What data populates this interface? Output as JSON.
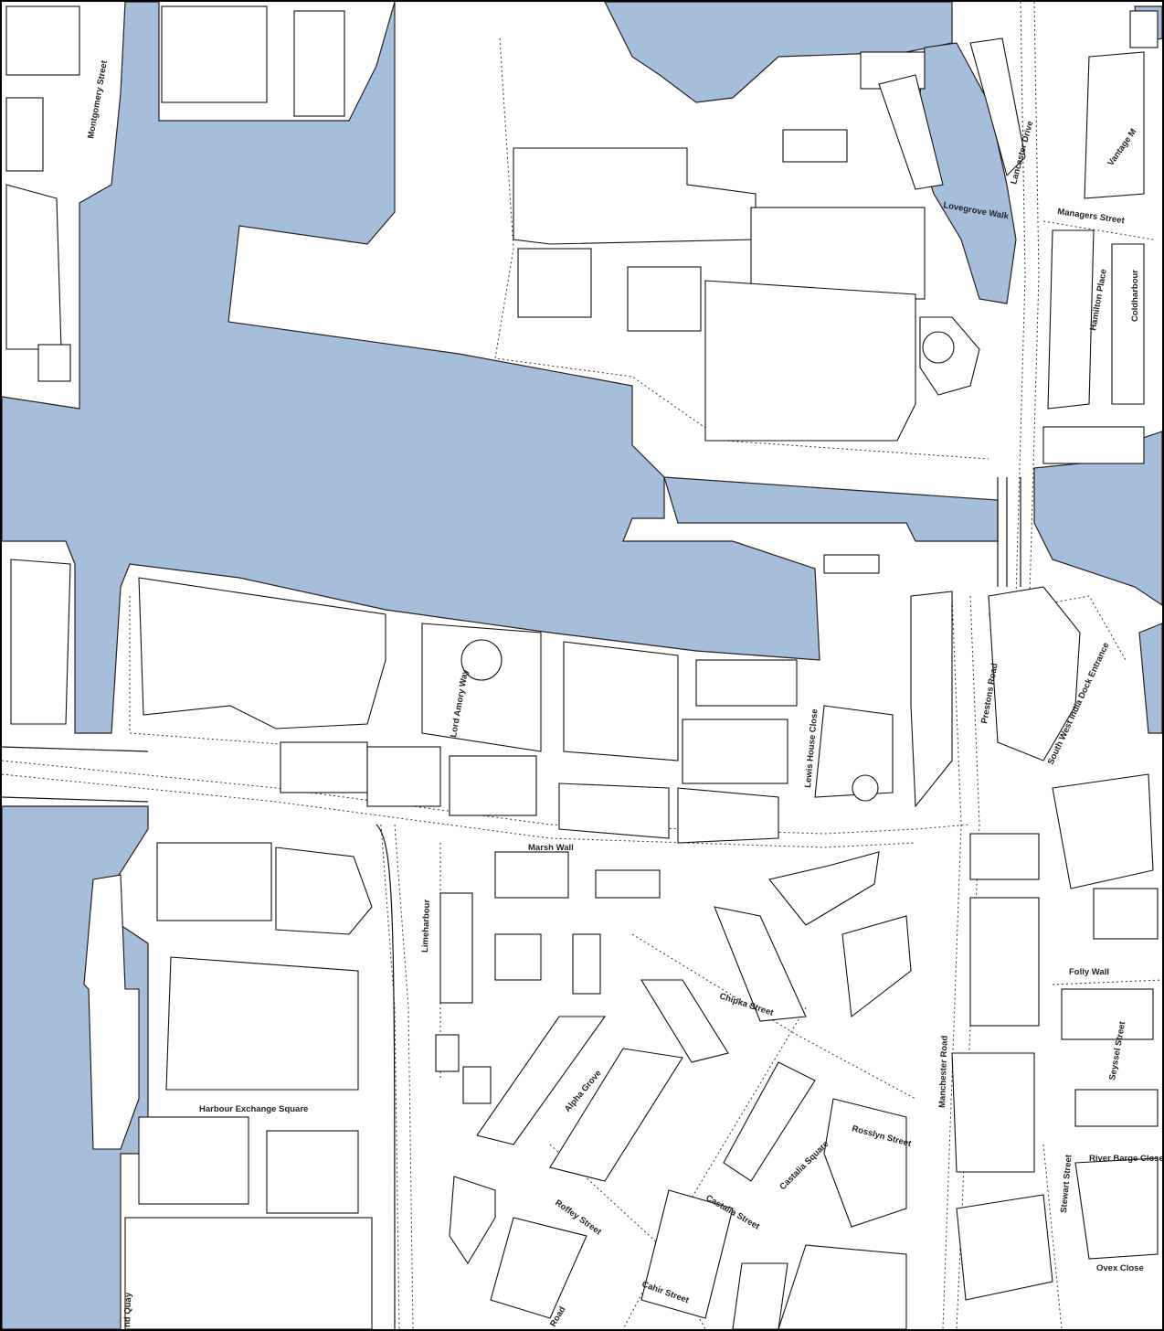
{
  "map": {
    "water_color": "#a7bedb",
    "land_color": "#ffffff",
    "street_labels": {
      "montgomery": "Montgomery Street",
      "lancaster": "Lancaster Drive",
      "vantage": "Vantage M",
      "managers": "Managers Street",
      "lovegrove": "Lovegrove Walk",
      "hamilton": "Hamilton Place",
      "coldharbour": "Coldharbour",
      "lord_amory": "Lord Amory Way",
      "lewis_house": "Lewis House Close",
      "preston": "Prestons Road",
      "south_west": "South West India Dock Entrance",
      "marsh_wall": "Marsh Wall",
      "limeharbour": "Limeharbour",
      "folly": "Folly Wall",
      "chipka": "Chipka Street",
      "manchester": "Manchester Road",
      "harbour_exchange": "Harbour Exchange Square",
      "alpha": "Alpha Grove",
      "rosslyn": "Rosslyn Street",
      "stewart": "Stewart Street",
      "river_barge": "River Barge Close",
      "roffey": "Roffey Street",
      "castalia": "Castalia Street",
      "castalia_sq": "Castalia Square",
      "cahir": "Cahir Street",
      "ovex": "Ovex Close",
      "seyssel": "Seyssel Street",
      "quay": "nd Quay",
      "road": "Road"
    }
  }
}
